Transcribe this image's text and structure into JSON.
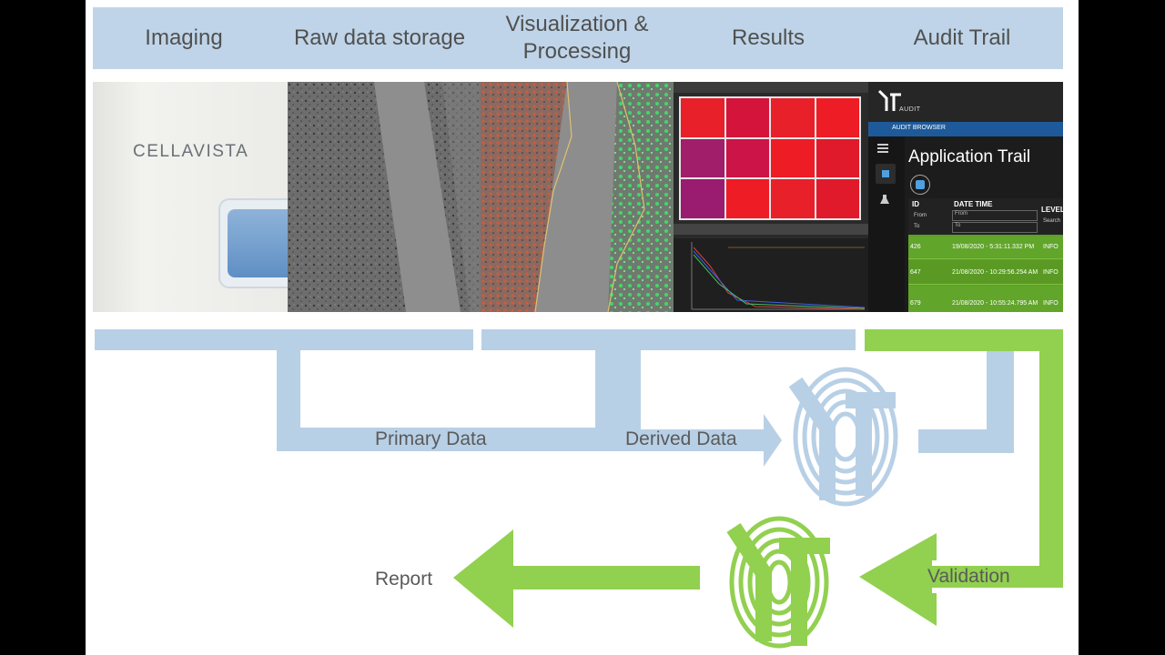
{
  "header": {
    "steps": [
      "Imaging",
      "Raw data storage",
      "Visualization &\nProcessing",
      "Results",
      "Audit Trail"
    ]
  },
  "colors": {
    "header_bg": "#bfd4e8",
    "flow_blue": "#b8d0e6",
    "flow_green": "#92d050",
    "text_grey": "#5a5a5a"
  },
  "instrument": {
    "brand": "CELLAVISTA"
  },
  "audit_app": {
    "brand": "AUDIT",
    "browser_label": "AUDIT BROWSER",
    "title": "Application Trail",
    "columns": [
      "ID",
      "DATE TIME",
      "LEVEL"
    ],
    "filter_from": "From",
    "filter_to": "To",
    "search": "Search",
    "rows": [
      {
        "id": "426",
        "datetime": "19/08/2020 - 5:31:11.332 PM",
        "level": "INFO"
      },
      {
        "id": "647",
        "datetime": "21/08/2020 - 10:29:56.254 AM",
        "level": "INFO"
      },
      {
        "id": "679",
        "datetime": "21/08/2020 - 10:55:24.795 AM",
        "level": "INFO"
      }
    ]
  },
  "flow": {
    "primary_label": "Primary Data",
    "derived_label": "Derived Data",
    "validation_label": "Validation",
    "report_label": "Report"
  }
}
